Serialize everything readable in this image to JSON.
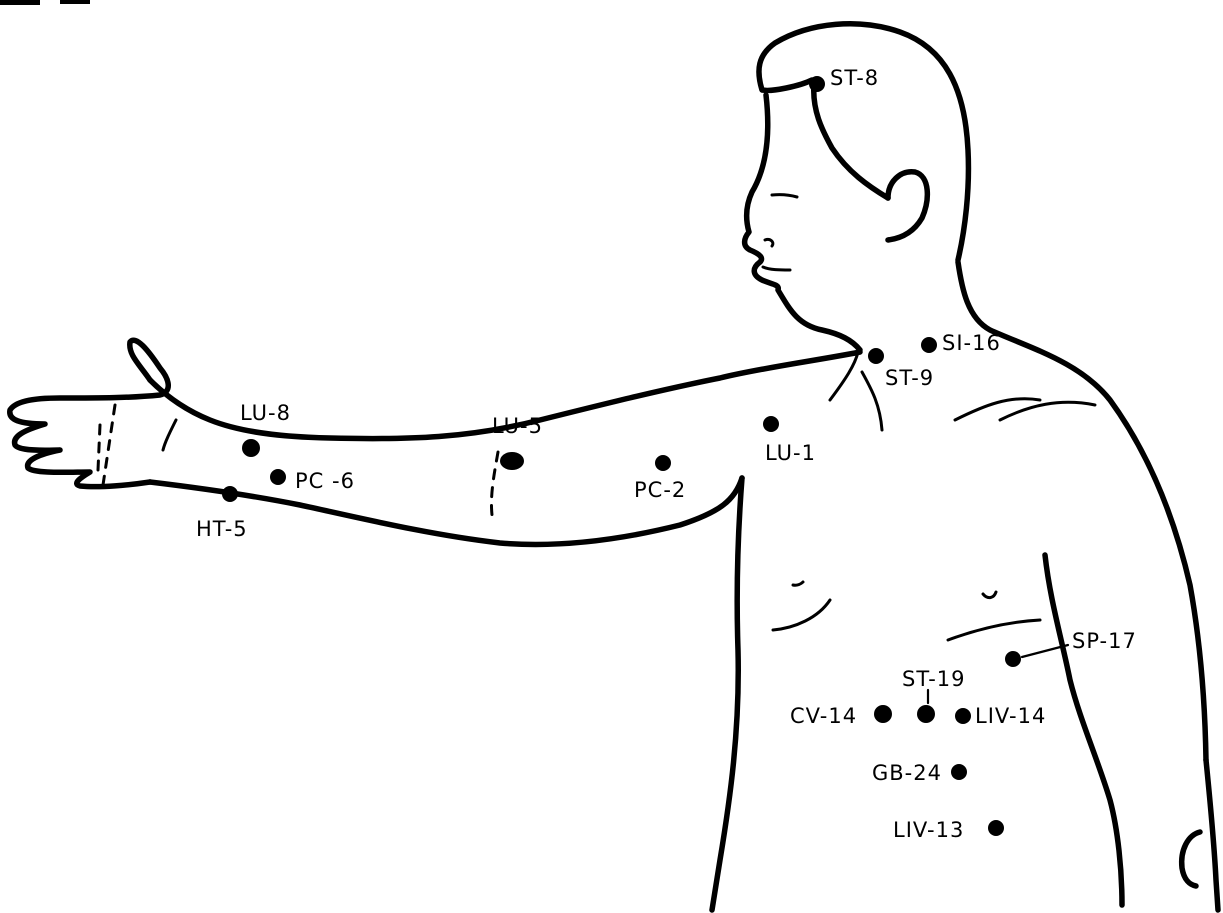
{
  "points": [
    {
      "id": "st8",
      "label": "ST-8"
    },
    {
      "id": "si16",
      "label": "SI-16"
    },
    {
      "id": "st9",
      "label": "ST-9"
    },
    {
      "id": "lu8",
      "label": "LU-8"
    },
    {
      "id": "pc6",
      "label": "PC -6"
    },
    {
      "id": "ht5",
      "label": "HT-5"
    },
    {
      "id": "lu5",
      "label": "LU-5"
    },
    {
      "id": "pc2",
      "label": "PC-2"
    },
    {
      "id": "lu1",
      "label": "LU-1"
    },
    {
      "id": "sp17",
      "label": "SP-17"
    },
    {
      "id": "st19",
      "label": "ST-19"
    },
    {
      "id": "cv14",
      "label": "CV-14"
    },
    {
      "id": "liv14",
      "label": "LIV-14"
    },
    {
      "id": "gb24",
      "label": "GB-24"
    },
    {
      "id": "liv13",
      "label": "LIV-13"
    }
  ]
}
